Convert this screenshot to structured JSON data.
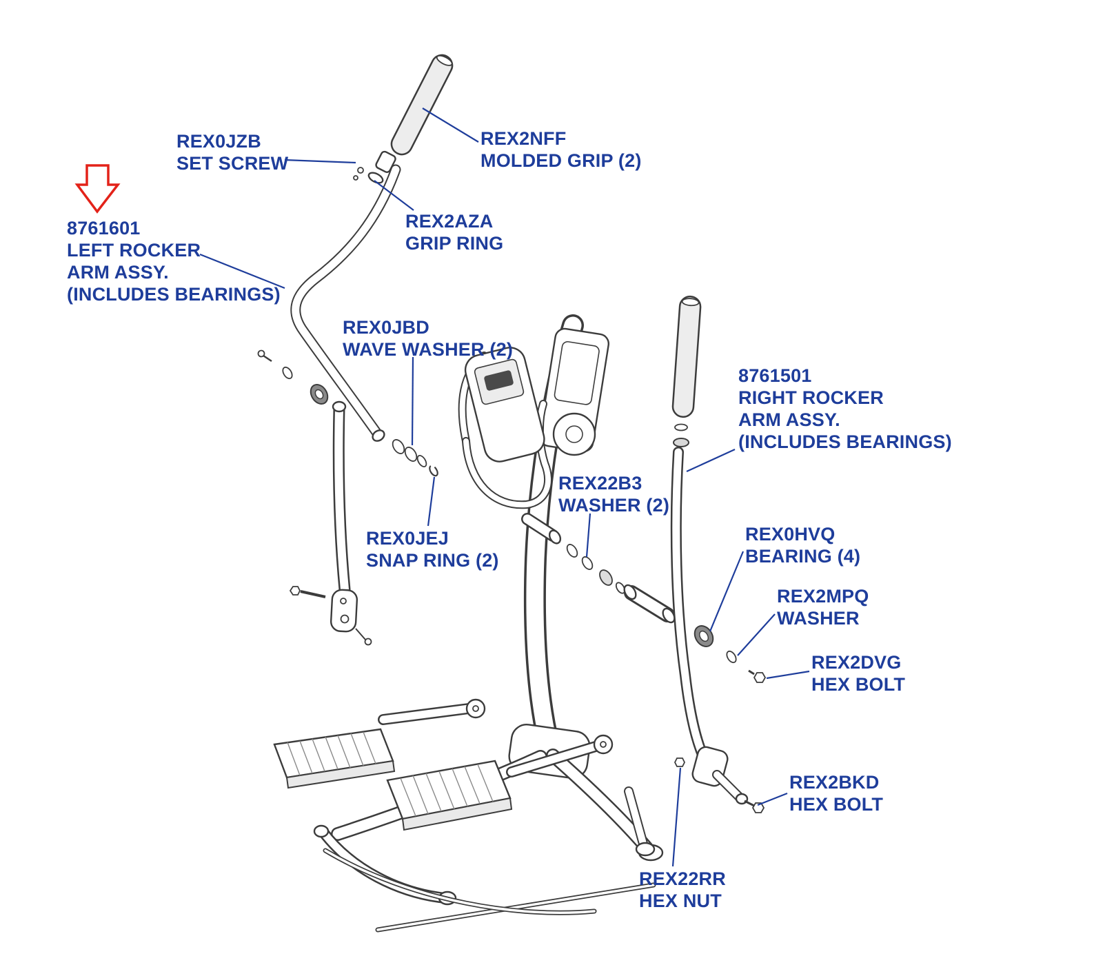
{
  "diagram": {
    "title": "Elliptical trainer rocker arm exploded parts diagram",
    "highlighted_part": "8761601",
    "colors": {
      "label_text": "#1e3d9b",
      "leader_lines": "#1e3d9b",
      "line_art": "#3c3c3c",
      "highlight_arrow": "#e32219"
    },
    "labels": {
      "set_screw": {
        "lines": [
          "REX0JZB",
          "SET SCREW"
        ]
      },
      "molded_grip": {
        "lines": [
          "REX2NFF",
          "MOLDED GRIP (2)"
        ]
      },
      "grip_ring": {
        "lines": [
          "REX2AZA",
          "GRIP RING"
        ]
      },
      "left_rocker_arm": {
        "lines": [
          "8761601",
          "LEFT ROCKER",
          "ARM ASSY.",
          "(INCLUDES BEARINGS)"
        ]
      },
      "wave_washer": {
        "lines": [
          "REX0JBD",
          "WAVE WASHER (2)"
        ]
      },
      "right_rocker_arm": {
        "lines": [
          "8761501",
          "RIGHT ROCKER",
          "ARM ASSY.",
          "(INCLUDES BEARINGS)"
        ]
      },
      "washer_2": {
        "lines": [
          "REX22B3",
          "WASHER (2)"
        ]
      },
      "snap_ring": {
        "lines": [
          "REX0JEJ",
          "SNAP RING (2)"
        ]
      },
      "bearing": {
        "lines": [
          "REX0HVQ",
          "BEARING (4)"
        ]
      },
      "washer": {
        "lines": [
          "REX2MPQ",
          "WASHER"
        ]
      },
      "hex_bolt_right": {
        "lines": [
          "REX2DVG",
          "HEX BOLT"
        ]
      },
      "hex_bolt_lower": {
        "lines": [
          "REX2BKD",
          "HEX BOLT"
        ]
      },
      "hex_nut": {
        "lines": [
          "REX22RR",
          "HEX NUT"
        ]
      }
    }
  }
}
